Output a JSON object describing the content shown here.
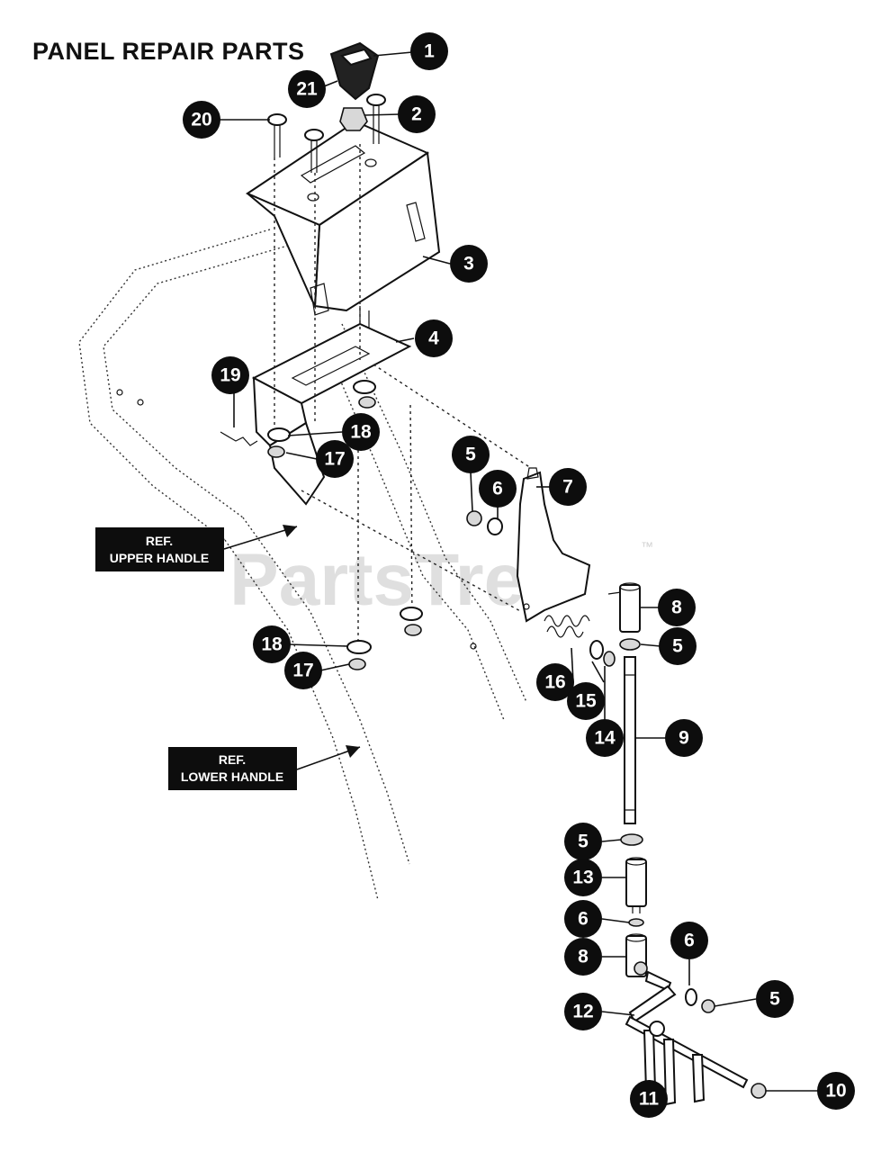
{
  "title": "PANEL REPAIR PARTS",
  "callouts": {
    "c1": "1",
    "c2": "2",
    "c3": "3",
    "c4": "4",
    "c5a": "5",
    "c5b": "5",
    "c5c": "5",
    "c5d": "5",
    "c6a": "6",
    "c6b": "6",
    "c6c": "6",
    "c7": "7",
    "c8a": "8",
    "c8b": "8",
    "c9": "9",
    "c10": "10",
    "c11": "11",
    "c12": "12",
    "c13": "13",
    "c14": "14",
    "c15": "15",
    "c16": "16",
    "c17a": "17",
    "c17b": "17",
    "c18a": "18",
    "c18b": "18",
    "c19": "19",
    "c20": "20",
    "c21": "21"
  },
  "references": {
    "upper_line1": "REF.",
    "upper_line2": "UPPER HANDLE",
    "lower_line1": "REF.",
    "lower_line2": "LOWER HANDLE"
  },
  "watermark": {
    "text": "PartsTree",
    "mark": "™"
  }
}
